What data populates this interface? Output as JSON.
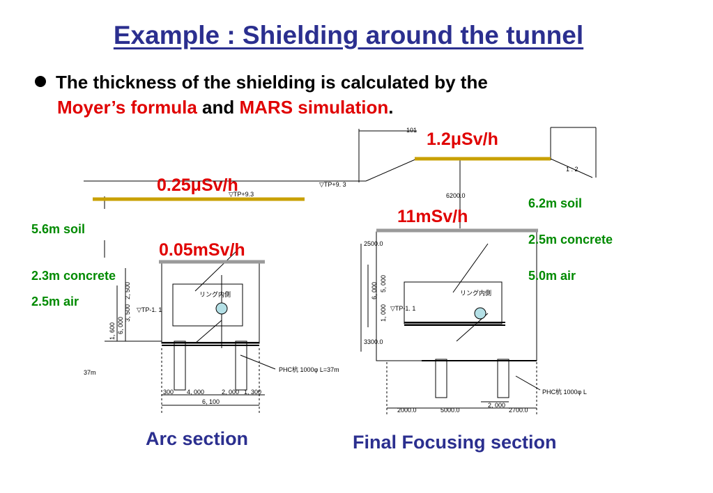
{
  "slide": {
    "title": "Example : Shielding around the tunnel",
    "bullet": {
      "prefix": "The thickness of the shielding is calculated by the",
      "term1": "Moyer’s formula",
      "joiner": " and ",
      "term2": "MARS simulation",
      "suffix": "."
    }
  },
  "arc_section": {
    "caption": "Arc section",
    "dose_surface": "0.25μSv/h",
    "dose_tunnel": "0.05mSv/h",
    "layers": [
      "5.6m soil",
      "2.3m concrete",
      "2.5m air"
    ],
    "drawing_text": {
      "tp_top": "▽TP+9.3",
      "tp_left": "▽TP+9. 3",
      "tp_inner": "▽TP-1. 1",
      "ring": "リング内側",
      "pile": "PHC杭 1000φ L=37m",
      "dim_row": [
        "300",
        "4, 000",
        "2, 000",
        "1, 300"
      ],
      "dim_total": "6, 100",
      "dim_v": [
        "3, 500",
        "2, 500",
        "6, 000",
        "1, 600"
      ],
      "depth": "37m"
    }
  },
  "final_focusing_section": {
    "caption": "Final Focusing section",
    "dose_surface": "1.2μSv/h",
    "dose_tunnel": "11mSv/h",
    "layers": [
      "6.2m soil",
      "2.5m concrete",
      "5.0m air"
    ],
    "drawing_text": {
      "top_dim": "101",
      "depth": "6200.0",
      "slope": "1 : 2",
      "top_left": "2500.0",
      "bottom_left": "3300.0",
      "tp_inner": "▽TP-1. 1",
      "ring": "リング内側",
      "pile": "PHC杭 1000φ L",
      "dim_v": [
        "6, 000",
        "5, 000",
        "1, 000"
      ],
      "dim_row": [
        "2000.0",
        "5000.0",
        "2700.0"
      ],
      "dim_small": "2, 000"
    }
  },
  "colors": {
    "title": "#2b2f8f",
    "dose": "#e00000",
    "layer": "#008a00",
    "ground_line": "#c8a000",
    "concrete_line": "#9a9a9a",
    "beam": "#b4e0e6"
  }
}
